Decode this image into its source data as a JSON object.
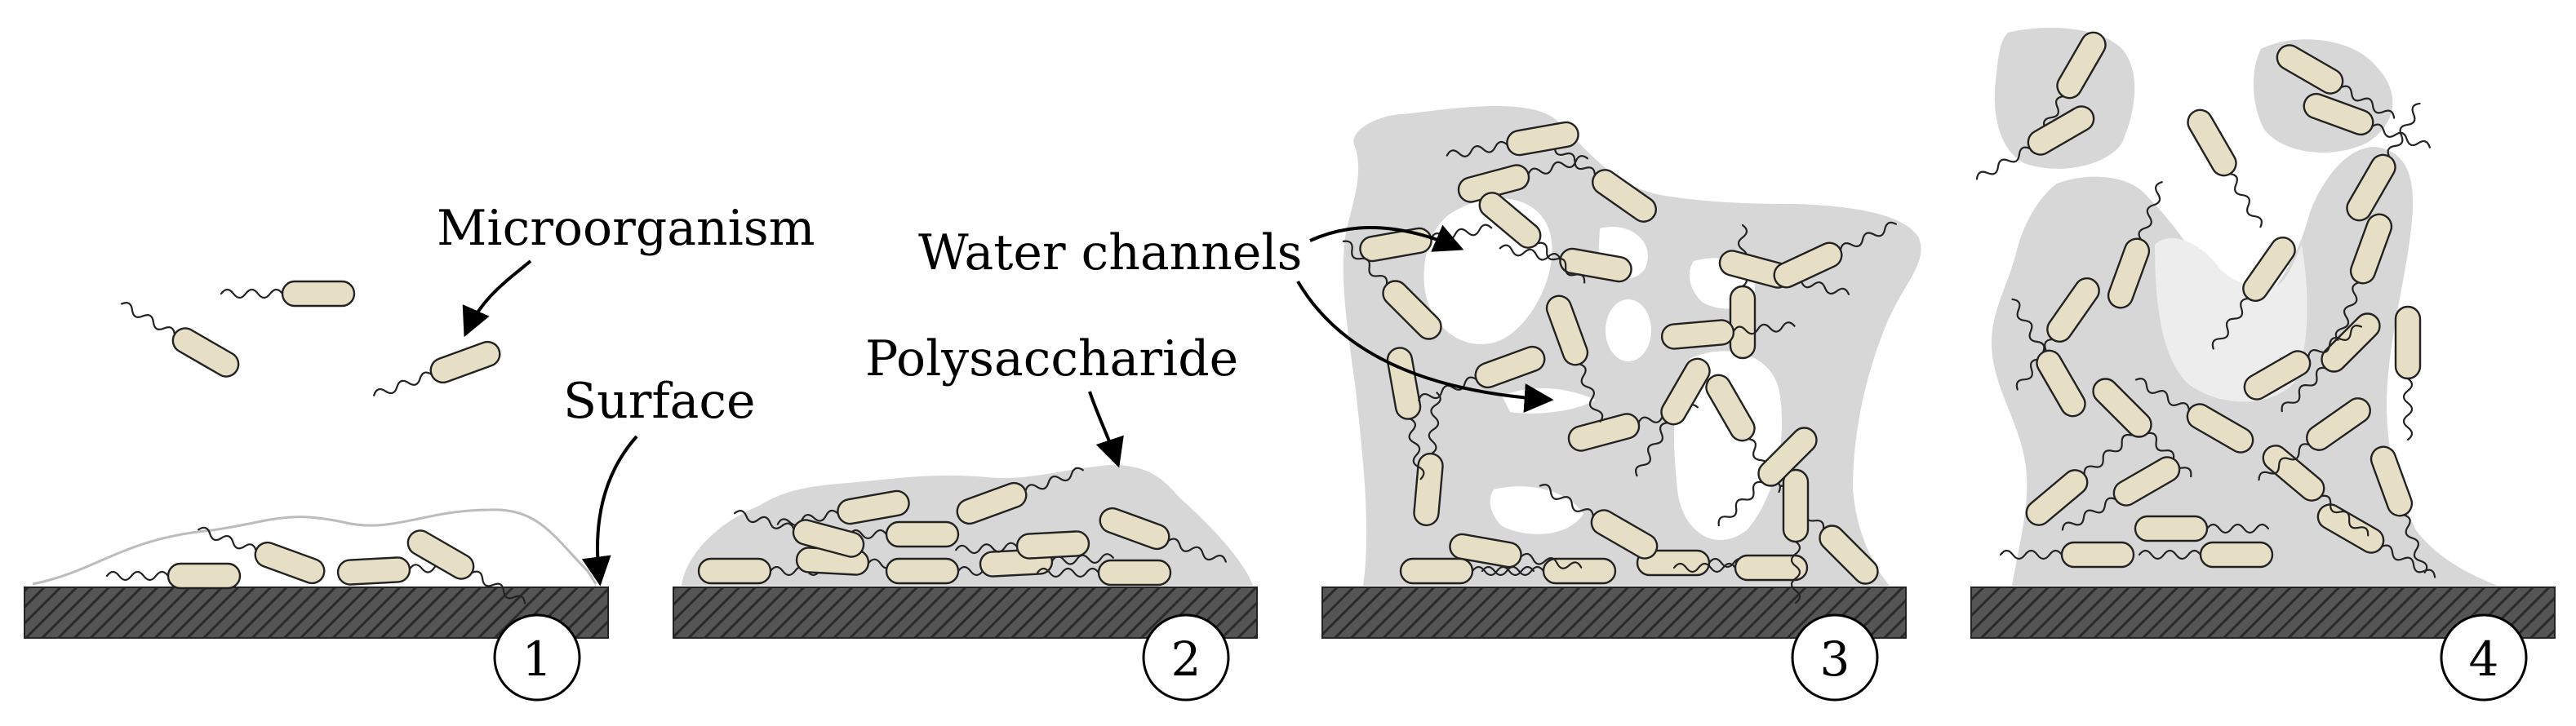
{
  "labels": {
    "microorganism": "Microorganism",
    "surface": "Surface",
    "polysaccharide": "Polysaccharide",
    "water_channels": "Water channels"
  },
  "stages": [
    "1",
    "2",
    "3",
    "4"
  ],
  "colors": {
    "surface": "#4a4a4a",
    "matrix": "#d7d7d7",
    "bacterium": "#e6dfc5",
    "outline": "#222222"
  }
}
